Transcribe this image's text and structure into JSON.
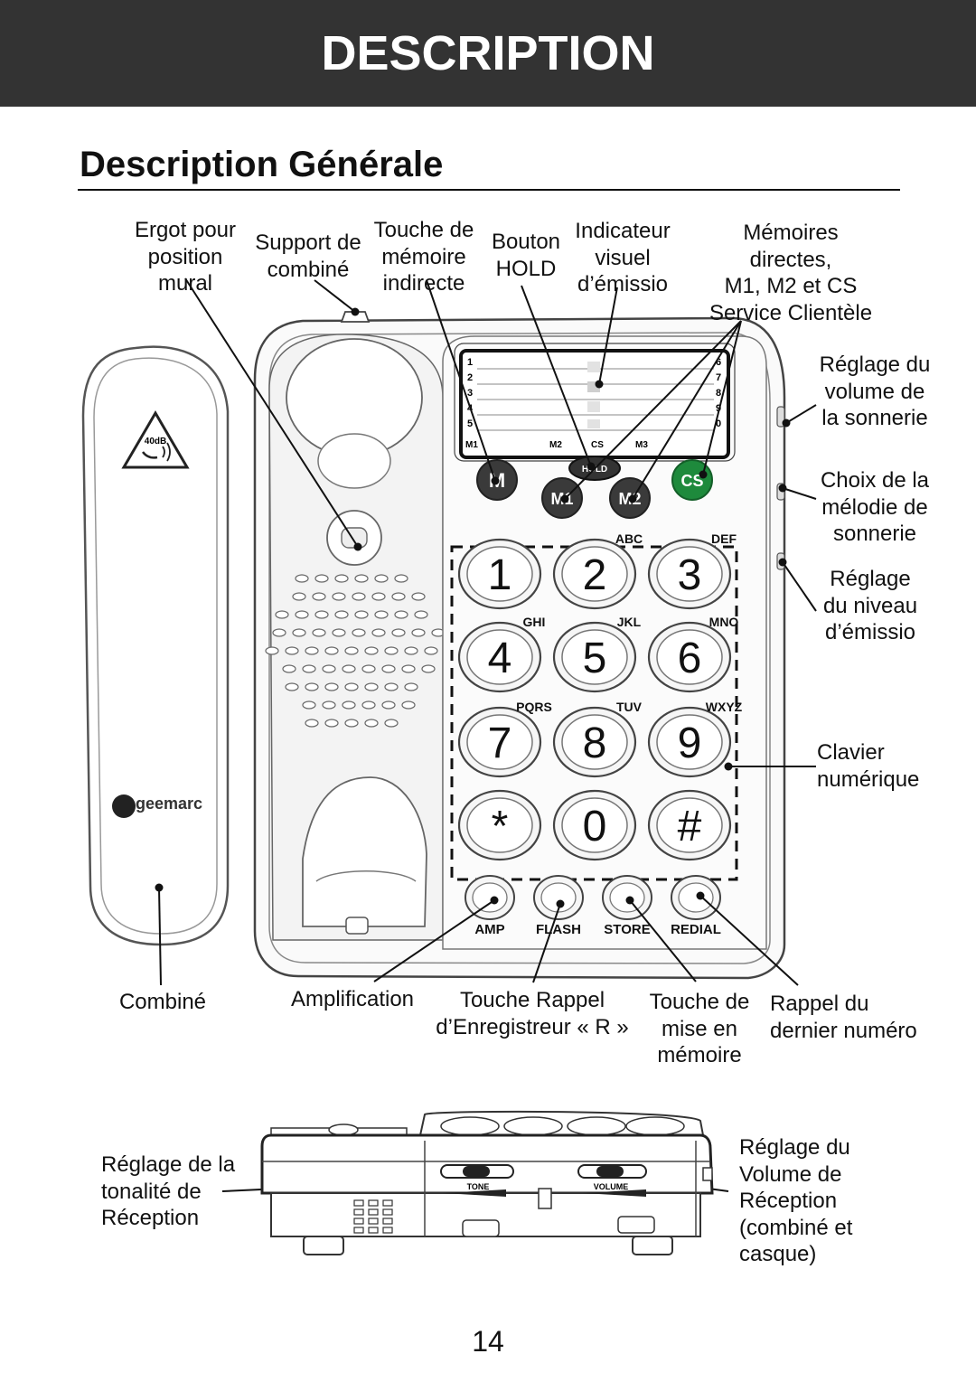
{
  "header": {
    "title": "DESCRIPTION"
  },
  "section": {
    "title": "Description Générale"
  },
  "labels": {
    "ergot": [
      "Ergot pour",
      "position",
      "mural"
    ],
    "support": [
      "Support de",
      "combiné"
    ],
    "touche_memoire": [
      "Touche de",
      "mémoire",
      "indirecte"
    ],
    "hold": [
      "Bouton",
      "HOLD"
    ],
    "indicateur": [
      "Indicateur",
      "visuel",
      "d’émissio"
    ],
    "memoires": [
      "Mémoires",
      "directes,",
      "M1, M2 et CS",
      "Service Clientèle"
    ],
    "volume_sonnerie": [
      "Réglage du",
      "volume de",
      "la sonnerie"
    ],
    "melodie": [
      "Choix de la",
      "mélodie de",
      "sonnerie"
    ],
    "niveau": [
      "Réglage",
      "du niveau",
      "d’émissio"
    ],
    "clavier": [
      "Clavier",
      "numérique"
    ],
    "combine": [
      "Combiné"
    ],
    "amplification": [
      "Amplification"
    ],
    "rappel": [
      "Touche Rappel",
      "d’Enregistreur « R »"
    ],
    "mise_memoire": [
      "Touche de",
      "mise en",
      "mémoire"
    ],
    "dernier": [
      "Rappel du",
      "dernier numéro"
    ],
    "tonalite": [
      "Réglage de la",
      "tonalité de",
      "Réception"
    ],
    "volume_reception": [
      "Réglage du",
      "Volume de",
      "Réception",
      "(combiné et",
      "casque)"
    ]
  },
  "phone": {
    "brand": "geemarc",
    "handset_badge": "40dB",
    "memory_rows": [
      "1",
      "2",
      "3",
      "4",
      "5"
    ],
    "memory_rows_right": [
      "6",
      "7",
      "8",
      "9",
      "0"
    ],
    "memory_tags": [
      "M1",
      "M2",
      "M3"
    ],
    "memory_tag_cs": "CS",
    "hold_button": "HOLD",
    "m_button": "M",
    "m1_button": "M1",
    "m2_button": "M2",
    "cs_button": "CS",
    "keys": [
      {
        "digit": "1",
        "letters": ""
      },
      {
        "digit": "2",
        "letters": "ABC"
      },
      {
        "digit": "3",
        "letters": "DEF"
      },
      {
        "digit": "4",
        "letters": "GHI"
      },
      {
        "digit": "5",
        "letters": "JKL"
      },
      {
        "digit": "6",
        "letters": "MNO"
      },
      {
        "digit": "7",
        "letters": "PQRS"
      },
      {
        "digit": "8",
        "letters": "TUV"
      },
      {
        "digit": "9",
        "letters": "WXYZ"
      },
      {
        "digit": "*",
        "letters": ""
      },
      {
        "digit": "0",
        "letters": ""
      },
      {
        "digit": "#",
        "letters": ""
      }
    ],
    "function_keys": [
      "AMP",
      "FLASH",
      "STORE",
      "REDIAL"
    ],
    "slider_tone": "TONE",
    "slider_volume": "VOLUME"
  },
  "colors": {
    "banner": "#333333",
    "cs_button": "#1e8a3c",
    "dark_button": "#3a3a3a"
  },
  "footer": {
    "page_number": "14"
  }
}
